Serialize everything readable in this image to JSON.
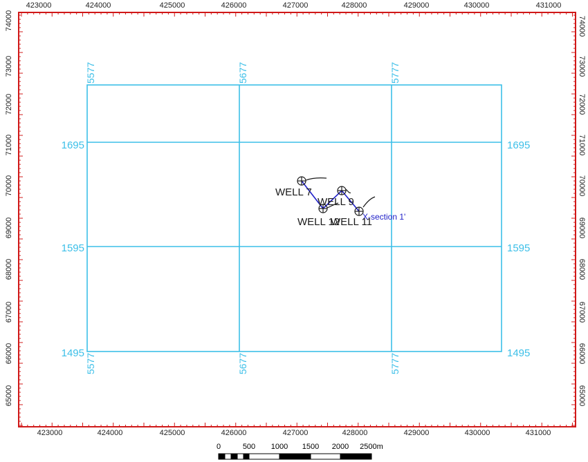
{
  "colors": {
    "frame": "#d01818",
    "tick": "#d01818",
    "axis_text": "#222222",
    "seismic": "#3cbfe8",
    "well": "#1a1a1a",
    "xsection": "#2020c8",
    "scalebar": "#000000"
  },
  "axes": {
    "x_ticks": [
      "423000",
      "424000",
      "425000",
      "426000",
      "427000",
      "428000",
      "429000",
      "430000",
      "431000"
    ],
    "y_ticks": [
      "74000",
      "73000",
      "72000",
      "71000",
      "70000",
      "69000",
      "68000",
      "67000",
      "66000",
      "65000"
    ]
  },
  "seismic_lines": {
    "inline_labels": [
      "5577",
      "5677",
      "5777"
    ],
    "crossline_labels": [
      "1695",
      "1595",
      "1495"
    ]
  },
  "wells": [
    {
      "label": "WELL 7"
    },
    {
      "label": "WELL 9"
    },
    {
      "label": "WELL 12"
    },
    {
      "label": "WELL 11"
    }
  ],
  "xsection": {
    "label": "X-section 1'"
  },
  "scalebar": {
    "labels": [
      "0",
      "500",
      "1000",
      "1500",
      "2000",
      "2500m"
    ]
  }
}
